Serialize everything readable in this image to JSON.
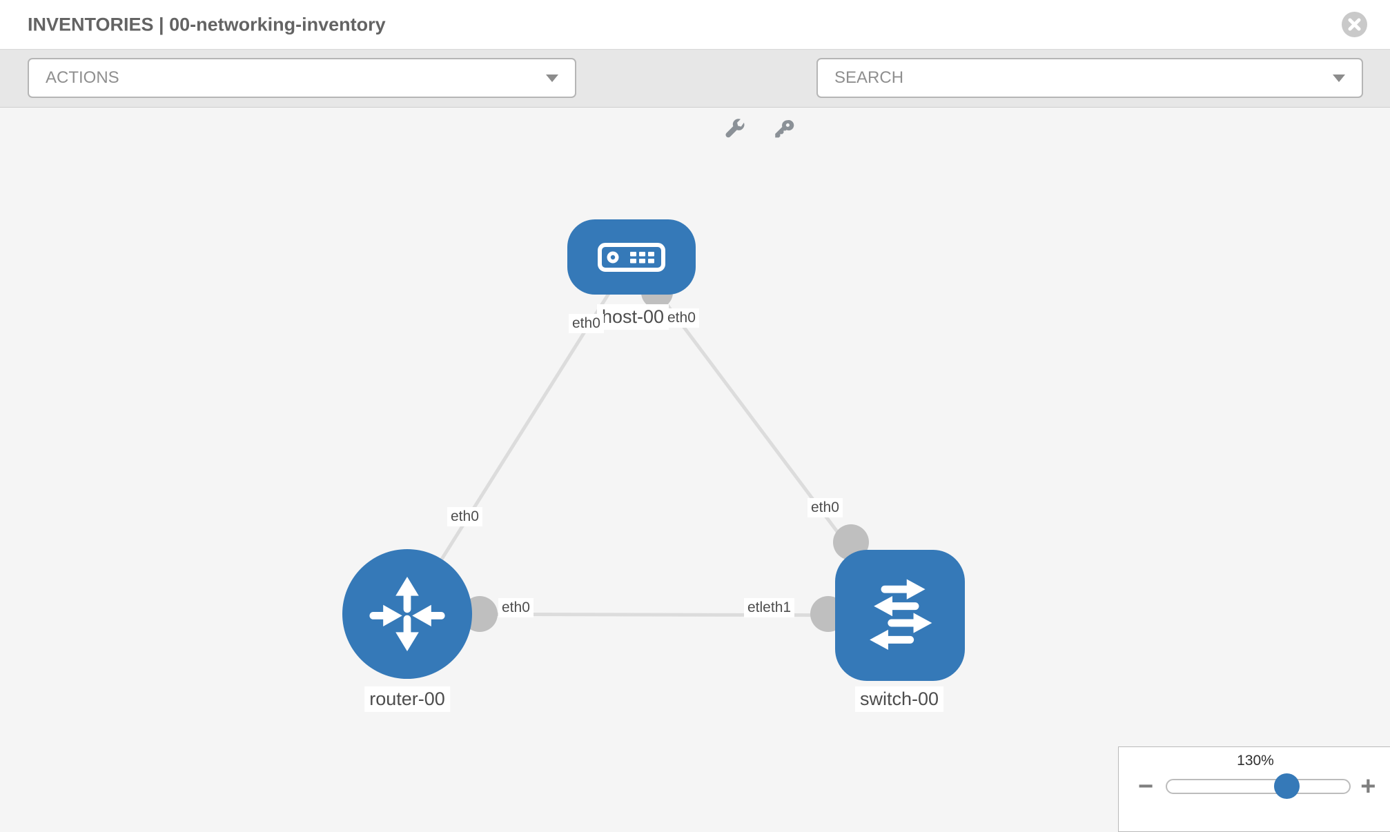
{
  "header": {
    "title": "INVENTORIES | 00-networking-inventory"
  },
  "toolbar": {
    "actions": {
      "value": "ACTIONS"
    },
    "search": {
      "value": "SEARCH"
    },
    "icons": [
      "wrench-icon",
      "key-icon"
    ]
  },
  "canvas": {
    "nodes": [
      {
        "id": "host-00",
        "type": "host",
        "label": "host-00"
      },
      {
        "id": "router-00",
        "type": "router",
        "label": "router-00"
      },
      {
        "id": "switch-00",
        "type": "switch",
        "label": "switch-00"
      }
    ],
    "links": [
      {
        "from": "host-00",
        "to": "router-00"
      },
      {
        "from": "host-00",
        "to": "switch-00"
      },
      {
        "from": "router-00",
        "to": "switch-00"
      }
    ],
    "ports": [
      {
        "label": "eth0",
        "position": "host-left"
      },
      {
        "label": "eth0",
        "position": "host-right"
      },
      {
        "label": "eth0",
        "position": "link-to-router"
      },
      {
        "label": "eth0",
        "position": "link-to-switch"
      },
      {
        "label": "eth0",
        "position": "router-right"
      },
      {
        "label": "etleth1",
        "position": "switch-left"
      }
    ]
  },
  "zoom": {
    "level": "130%",
    "minus": "−",
    "plus": "+"
  },
  "colors": {
    "node_blue": "#3579b8",
    "link_gray": "#dcdcdc",
    "port_gray": "#bfbfbf",
    "toolbar_bg": "#e7e7e7",
    "canvas_bg": "#f5f5f5"
  }
}
